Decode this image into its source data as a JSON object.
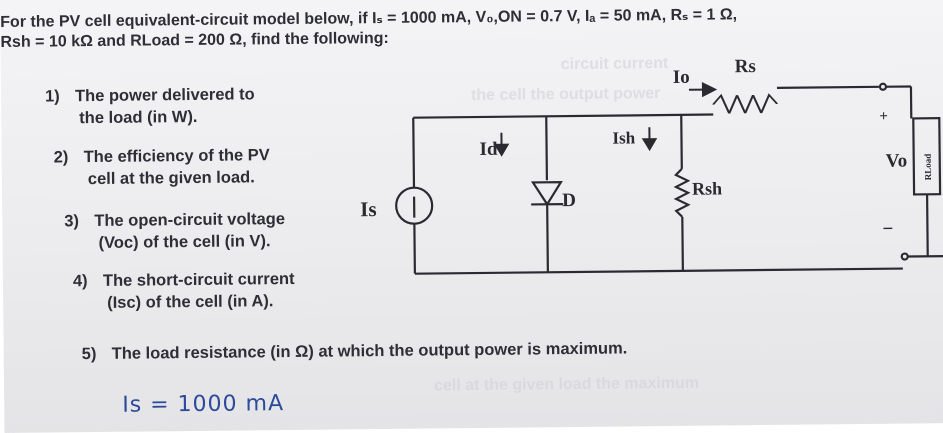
{
  "header": {
    "line1": "For the PV cell equivalent-circuit model below, if Iₛ = 1000 mA, V₀,ON = 0.7 V, Iₐ = 50 mA, Rₛ = 1 Ω,",
    "line2": "Rsh = 10 kΩ and RLoad = 200 Ω, find the following:"
  },
  "questions": [
    {
      "num": "1)",
      "l1": "The power delivered to",
      "l2": "the load (in W)."
    },
    {
      "num": "2)",
      "l1": "The efficiency of the PV",
      "l2": "cell at the given load."
    },
    {
      "num": "3)",
      "l1": "The open-circuit voltage",
      "l2": "(Voc) of the cell (in V)."
    },
    {
      "num": "4)",
      "l1": "The short-circuit current",
      "l2": "(Isc) of the cell (in A)."
    },
    {
      "num": "5)",
      "l1": "The load resistance (in Ω) at which the output power is maximum."
    }
  ],
  "handwritten": "Is = 1000 mA",
  "circuit": {
    "source_label": "Is",
    "diode_current": "Id",
    "diode_label": "D",
    "shunt_current": "Ish",
    "shunt_label": "Rsh",
    "output_current": "Io",
    "series_label": "Rs",
    "plus": "+",
    "minus": "−",
    "output_voltage": "Vo",
    "load_label": "RLoad"
  }
}
